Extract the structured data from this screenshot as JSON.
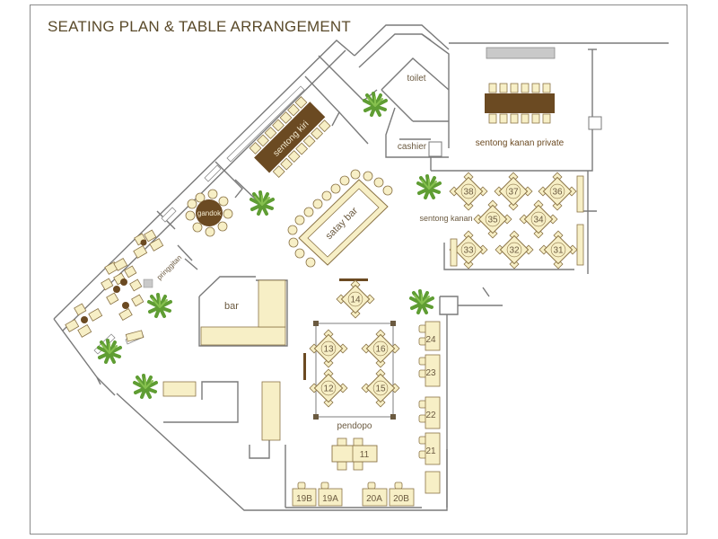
{
  "title": "SEATING PLAN & TABLE ARRANGEMENT",
  "labels": {
    "toilet": "toilet",
    "cashier": "cashier",
    "sentong_kanan_private": "sentong kanan private",
    "sentong_kanan": "sentong kanan",
    "sentong_kiri": "sentong kiri",
    "gandok": "gandok",
    "pringgitan": "pringgitan",
    "satay_bar": "satay bar",
    "bar": "bar",
    "pendopo": "pendopo"
  },
  "tables": {
    "t38": "38",
    "t37": "37",
    "t36": "36",
    "t35": "35",
    "t34": "34",
    "t33": "33",
    "t32": "32",
    "t31": "31",
    "t14": "14",
    "t13": "13",
    "t16": "16",
    "t12": "12",
    "t15": "15",
    "t11": "11",
    "t24": "24",
    "t23": "23",
    "t22": "22",
    "t21": "21",
    "t19b": "19B",
    "t19a": "19A",
    "t20a": "20A",
    "t20b": "20B"
  },
  "colors": {
    "wall": "#7a7a7a",
    "furniture_fill": "#f7efc6",
    "furniture_stroke": "#8a7346",
    "dark_wood": "#6b4a22",
    "label": "#6b5a40",
    "plant": "#6aa83a"
  }
}
